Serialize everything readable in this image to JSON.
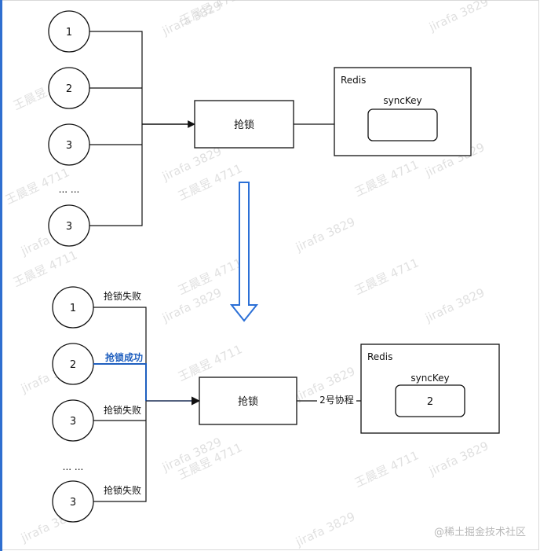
{
  "top": {
    "circles": [
      "1",
      "2",
      "3",
      "3"
    ],
    "ellipsis": "... ...",
    "lock_box": "抢锁",
    "redis_title": "Redis",
    "key_label": "syncKey",
    "key_value": ""
  },
  "bottom": {
    "circles": [
      "1",
      "2",
      "3",
      "3"
    ],
    "ellipsis": "... ...",
    "results": [
      "抢锁失败",
      "抢锁成功",
      "抢锁失败",
      "抢锁失败"
    ],
    "lock_box": "抢锁",
    "arrow_label": "2号协程",
    "redis_title": "Redis",
    "key_label": "syncKey",
    "key_value": "2"
  },
  "watermarks": [
    "王晨昱 4711",
    "jirafa 3829"
  ],
  "footer": "@稀土掘金技术社区",
  "colors": {
    "line": "#111111",
    "success": "#1f5fbf",
    "big_arrow": "#2b6fd6",
    "left_border": "#2f6fd0"
  }
}
